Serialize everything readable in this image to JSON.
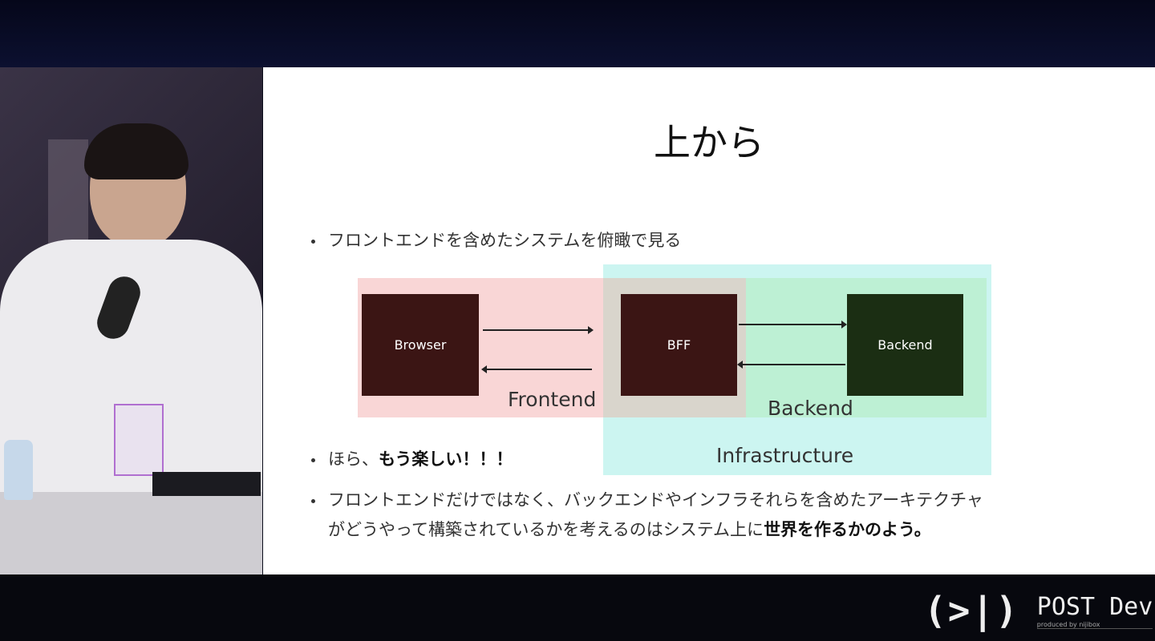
{
  "slide": {
    "title": "上から",
    "bullets": [
      {
        "text": "フロントエンドを含めたシステムを俯瞰で見る"
      },
      {
        "text": "ほら、",
        "bold": "もう楽しい！！！"
      },
      {
        "line1": "フロントエンドだけではなく、バックエンドやインフラそれらを含めたアーキテクチャ",
        "line2": "がどうやって構築されているかを考えるのはシステム上に",
        "bold": "世界を作るかのよう。"
      }
    ],
    "diagram": {
      "nodes": [
        "Browser",
        "BFF",
        "Backend"
      ],
      "regions": [
        "Frontend",
        "Backend",
        "Infrastructure"
      ],
      "colors": {
        "frontend": "#f9d6d6",
        "backend": "#bdf0d4",
        "infrastructure": "#ccf5f1",
        "overlap": "#d9d5cc",
        "node_dark_red": "#3b1514",
        "node_dark_green": "#1b2e13"
      }
    }
  },
  "branding": {
    "name": "POST Dev",
    "mark": "(>|)",
    "sub": "produced by nijibox"
  }
}
